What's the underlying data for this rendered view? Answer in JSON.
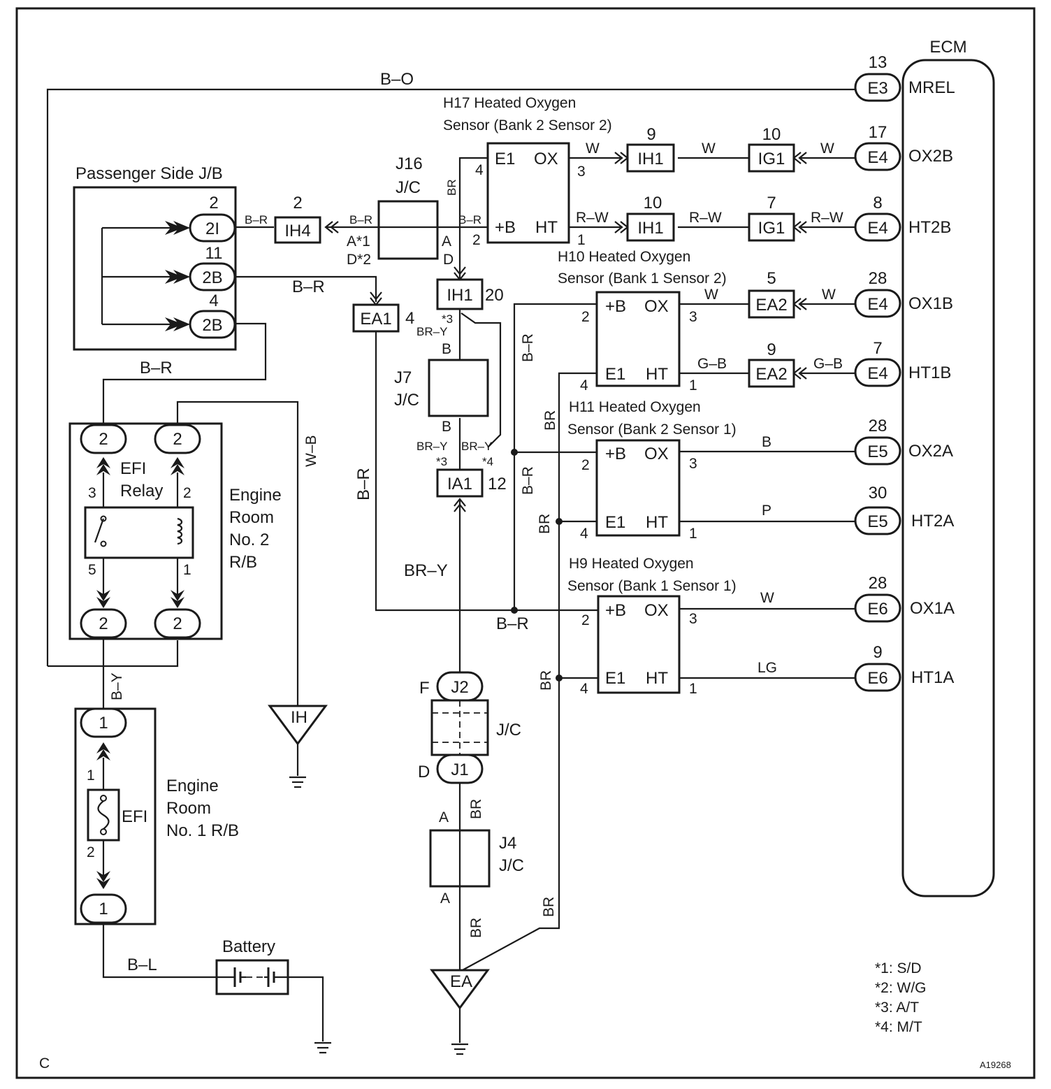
{
  "ecm": {
    "title": "ECM",
    "terminals": [
      {
        "pin": "13",
        "connector": "E3",
        "signal": "MREL"
      },
      {
        "pin": "17",
        "connector": "E4",
        "signal": "OX2B"
      },
      {
        "pin": "8",
        "connector": "E4",
        "signal": "HT2B"
      },
      {
        "pin": "28",
        "connector": "E4",
        "signal": "OX1B"
      },
      {
        "pin": "7",
        "connector": "E4",
        "signal": "HT1B"
      },
      {
        "pin": "28",
        "connector": "E5",
        "signal": "OX2A"
      },
      {
        "pin": "30",
        "connector": "E5",
        "signal": "HT2A"
      },
      {
        "pin": "28",
        "connector": "E6",
        "signal": "OX1A"
      },
      {
        "pin": "9",
        "connector": "E6",
        "signal": "HT1A"
      }
    ]
  },
  "sensors": [
    {
      "line1": "H17 Heated Oxygen",
      "line2": "Sensor (Bank 2 Sensor 2)",
      "p_tl": "E1",
      "p_tr": "OX",
      "p_bl": "+B",
      "p_br": "HT",
      "n_tl": "4",
      "n_tr": "3",
      "n_bl": "2",
      "n_br": "1"
    },
    {
      "line1": "H10 Heated Oxygen",
      "line2": "Sensor (Bank 1 Sensor 2)",
      "p_tl": "+B",
      "p_tr": "OX",
      "p_bl": "E1",
      "p_br": "HT",
      "n_tl": "2",
      "n_tr": "3",
      "n_bl": "4",
      "n_br": "1"
    },
    {
      "line1": "H11 Heated Oxygen",
      "line2": "Sensor (Bank 2 Sensor 1)",
      "p_tl": "+B",
      "p_tr": "OX",
      "p_bl": "E1",
      "p_br": "HT",
      "n_tl": "2",
      "n_tr": "3",
      "n_bl": "4",
      "n_br": "1"
    },
    {
      "line1": "H9 Heated Oxygen",
      "line2": "Sensor (Bank 1 Sensor 1)",
      "p_tl": "+B",
      "p_tr": "OX",
      "p_bl": "E1",
      "p_br": "HT",
      "n_tl": "2",
      "n_tr": "3",
      "n_bl": "4",
      "n_br": "1"
    }
  ],
  "connectors": {
    "ih1_a": {
      "pin": "9",
      "name": "IH1"
    },
    "ig1_a": {
      "pin": "10",
      "name": "IG1"
    },
    "ih1_b": {
      "pin": "10",
      "name": "IH1"
    },
    "ig1_b": {
      "pin": "7",
      "name": "IG1"
    },
    "ea2_a": {
      "pin": "5",
      "name": "EA2"
    },
    "ea2_b": {
      "pin": "9",
      "name": "EA2"
    },
    "ih4": {
      "pin": "2",
      "name": "IH4"
    },
    "ih1_c": {
      "pin": "20",
      "name": "IH1"
    },
    "ea1": {
      "pin": "4",
      "name": "EA1"
    },
    "ia1": {
      "pin": "12",
      "name": "IA1"
    }
  },
  "wires": {
    "b_o": "B–O",
    "w": "W",
    "r_w": "R–W",
    "g_b": "G–B",
    "b": "B",
    "p": "P",
    "lg": "LG",
    "b_r": "B–R",
    "br": "BR",
    "br_y": "BR–Y",
    "w_b": "W–B",
    "b_y": "B–Y",
    "b_l": "B–L"
  },
  "junctions": {
    "j16": {
      "name": "J16",
      "type": "J/C",
      "left_a": "A*1",
      "left_d": "D*2",
      "right_a": "A",
      "right_d": "D"
    },
    "j7": {
      "name": "J7",
      "type": "J/C",
      "top": "B",
      "bottom": "B"
    },
    "j2_j1": {
      "j2": "J2",
      "j1": "J1",
      "type": "J/C",
      "f": "F",
      "d": "D"
    },
    "j4": {
      "name": "J4",
      "type": "J/C",
      "top": "A",
      "bottom": "A"
    }
  },
  "star_notes": {
    "s3": "*3",
    "s4": "*4"
  },
  "passenger_jb": {
    "title": "Passenger Side J/B",
    "pins": [
      {
        "pin": "2",
        "connector": "2I"
      },
      {
        "pin": "11",
        "connector": "2B"
      },
      {
        "pin": "4",
        "connector": "2B"
      }
    ]
  },
  "efi_relay": {
    "name_line1": "EFI",
    "name_line2": "Relay",
    "box_lines": [
      "Engine",
      "Room",
      "No. 2",
      "R/B"
    ],
    "top_conn": "2",
    "bottom_conn": "2",
    "pins": [
      "3",
      "2",
      "5",
      "1"
    ]
  },
  "engine_room_1": {
    "lines": [
      "Engine",
      "Room",
      "No. 1 R/B"
    ],
    "fuse": "EFI",
    "conn": "1",
    "pins": [
      "1",
      "2"
    ]
  },
  "grounds": {
    "ih": "IH",
    "ea": "EA"
  },
  "battery": {
    "label": "Battery"
  },
  "footnotes": [
    "*1: S/D",
    "*2: W/G",
    "*3: A/T",
    "*4: M/T"
  ],
  "corner_letter": "C",
  "figure_id": "A19268"
}
